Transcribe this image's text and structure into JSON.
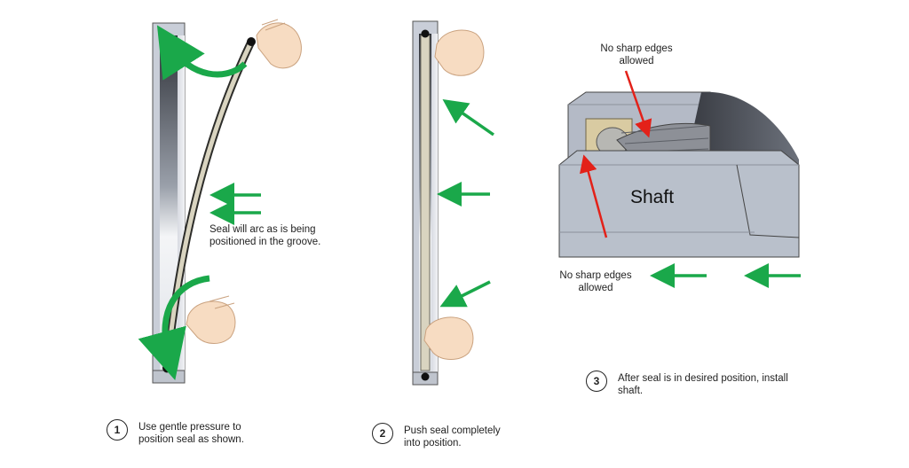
{
  "panel1": {
    "annotation": "Seal will arc as is being positioned in the groove."
  },
  "callouts": {
    "top": "No sharp edges allowed",
    "bottom": "No sharp edges allowed"
  },
  "shaft_label": "Shaft",
  "steps": [
    {
      "number": "1",
      "text": "Use gentle pressure to position seal as shown."
    },
    {
      "number": "2",
      "text": "Push seal completely into position."
    },
    {
      "number": "3",
      "text": "After seal is in desired position, install shaft."
    }
  ],
  "colors": {
    "arrow_green": "#1aa84a",
    "callout_red": "#e32119",
    "housing_gray": "#b4bac6",
    "shaft_gray": "#b9c0cb"
  },
  "icons": [
    "hand-icon",
    "push-arrow-icon",
    "rotate-arrow-icon"
  ]
}
